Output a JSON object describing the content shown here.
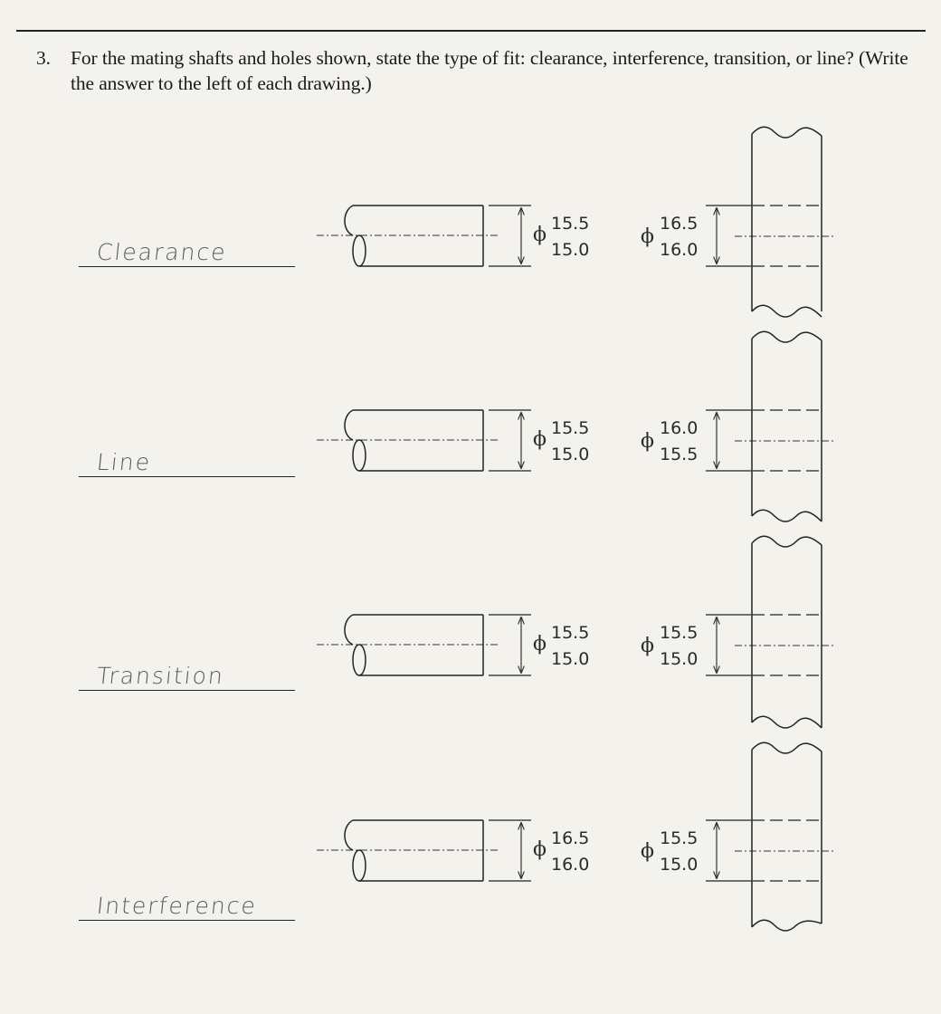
{
  "question": {
    "number": "3.",
    "text": "For the mating shafts and holes shown, state the type of fit: clearance, interference, transition, or line? (Write the answer to the left of each drawing.)"
  },
  "symbols": {
    "diameter": "ϕ"
  },
  "rows": [
    {
      "answer": "Clearance",
      "shaft": {
        "max": "15.5",
        "min": "15.0"
      },
      "hole": {
        "max": "16.5",
        "min": "16.0"
      }
    },
    {
      "answer": "Line",
      "shaft": {
        "max": "15.5",
        "min": "15.0"
      },
      "hole": {
        "max": "16.0",
        "min": "15.5"
      }
    },
    {
      "answer": "Transition",
      "shaft": {
        "max": "15.5",
        "min": "15.0"
      },
      "hole": {
        "max": "15.5",
        "min": "15.0"
      }
    },
    {
      "answer": "Interference",
      "shaft": {
        "max": "16.5",
        "min": "16.0"
      },
      "hole": {
        "max": "15.5",
        "min": "15.0"
      }
    }
  ]
}
